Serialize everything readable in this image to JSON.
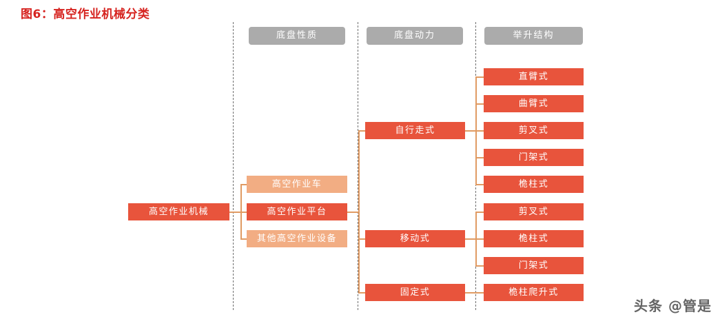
{
  "title": "图6：高空作业机械分类",
  "headers": [
    {
      "label": "底盘性质"
    },
    {
      "label": "底盘动力"
    },
    {
      "label": "举升结构"
    }
  ],
  "root": {
    "label": "高空作业机械"
  },
  "column1": [
    {
      "label": "高空作业车",
      "style": "light"
    },
    {
      "label": "高空作业平台",
      "style": "dark"
    },
    {
      "label": "其他高空作业设备",
      "style": "light"
    }
  ],
  "column2": [
    {
      "label": "自行走式",
      "style": "dark"
    },
    {
      "label": "移动式",
      "style": "dark"
    },
    {
      "label": "固定式",
      "style": "dark"
    }
  ],
  "column3": [
    {
      "label": "直臂式",
      "style": "dark"
    },
    {
      "label": "曲臂式",
      "style": "dark"
    },
    {
      "label": "剪叉式",
      "style": "dark"
    },
    {
      "label": "门架式",
      "style": "dark"
    },
    {
      "label": "桅柱式",
      "style": "dark"
    },
    {
      "label": "剪叉式",
      "style": "dark"
    },
    {
      "label": "桅柱式",
      "style": "dark"
    },
    {
      "label": "门架式",
      "style": "dark"
    },
    {
      "label": "桅柱爬升式",
      "style": "dark"
    }
  ],
  "watermark": "头条 @管是",
  "source_note": "",
  "colors": {
    "title_red": "#D6231F",
    "node_dark": "#E8543C",
    "node_light": "#F2AD83",
    "header_gray": "#ABABAB",
    "connector": "#E09A62",
    "divider": "#555555"
  }
}
